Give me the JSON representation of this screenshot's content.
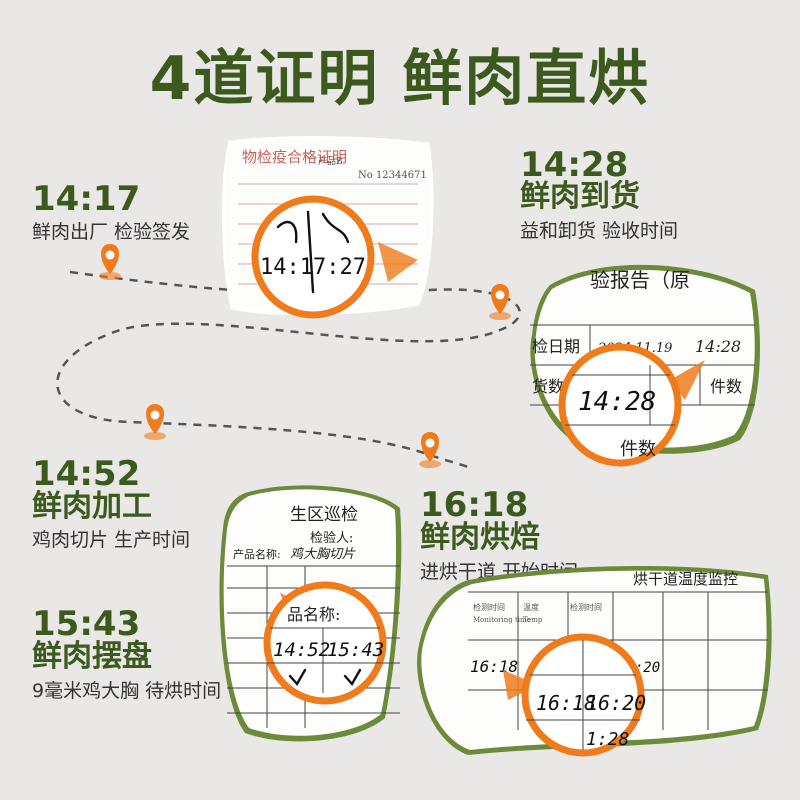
{
  "title": "4道证明  鲜肉直烘",
  "colors": {
    "brand_green": "#3c5a1e",
    "accent_orange": "#f07b1d",
    "background": "#e9e8e6"
  },
  "steps": [
    {
      "time": "14:17",
      "heading": "鲜肉出厂",
      "desc": "鲜肉出厂  检验签发"
    },
    {
      "time": "14:28",
      "heading": "鲜肉到货",
      "desc": "益和卸货  验收时间"
    },
    {
      "time": "14:52",
      "heading": "鲜肉加工",
      "desc": "鸡肉切片  生产时间"
    },
    {
      "time": "16:18",
      "heading": "鲜肉烘焙",
      "desc": "进烘干道  开始时间"
    },
    {
      "time": "15:43",
      "heading": "鲜肉摆盘",
      "desc": "9毫米鸡大胸  待烘时间"
    }
  ],
  "photos": {
    "cert": {
      "zoom_text": "14:17:27",
      "doc_title": "物检疫合格证明",
      "doc_no": "No 12344671",
      "doc_note": "产品B"
    },
    "report": {
      "header": "验报告（原",
      "row1_label": "检日期",
      "row1_date": "2024.11.19",
      "row1_time": "14:28",
      "row2_label": "货数",
      "row2_right": "件数",
      "zoom_text": "14:28",
      "zoom_label": "件数"
    },
    "processing": {
      "header1": "生区巡检",
      "header2": "检验人:",
      "product_label": "产品名称:",
      "product_value": "鸡大胸切片",
      "zoom_label": "品名称:",
      "zoom_t1": "14:52",
      "zoom_t2": "15:43"
    },
    "oven": {
      "header": "烘干道温度监控",
      "col1": "检测时间",
      "col2": "温度",
      "sub1": "Monitoring time",
      "sub2": "Temp",
      "zoom_t1": "16:18",
      "zoom_t2": "16:20",
      "zoom_t3": "1:28"
    }
  }
}
